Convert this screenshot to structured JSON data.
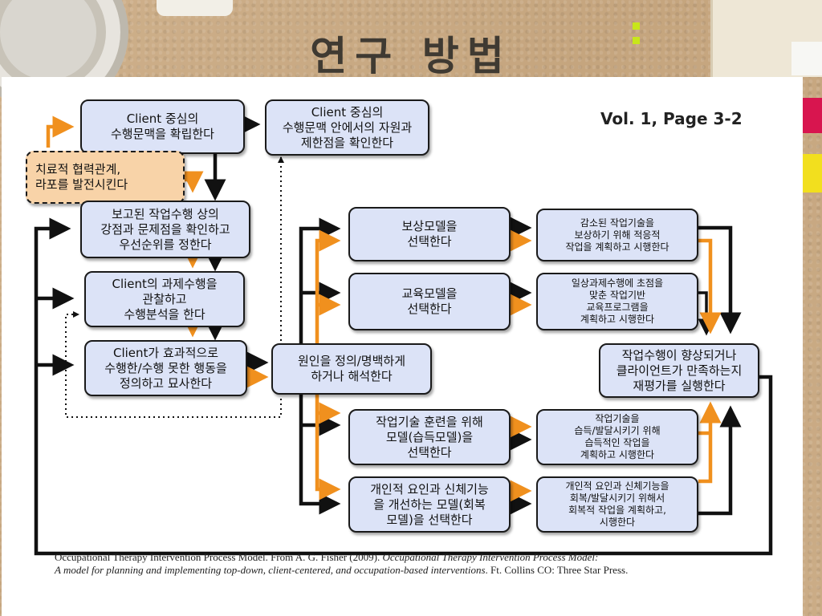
{
  "title": "연구 방법",
  "page_ref": "Vol. 1, Page 3-2",
  "boxes": {
    "establish_context": "Client 중심의\n수행문맥을 확립한다",
    "identify_resources": "Client 중심의\n수행문맥 안에서의 자원과\n제한점을 확인한다",
    "therapeutic_rapport": "치료적 협력관계,\n라포를 발전시킨다",
    "identify_strengths": "보고된 작업수행 상의\n강점과 문제점을 확인하고\n우선순위를 정한다",
    "observe_performance": "Client의 과제수행을\n관찰하고\n수행분석을 한다",
    "define_actions": "Client가 효과적으로\n수행한/수행 못한 행동을\n정의하고 묘사한다",
    "interpret_causes": "원인을 정의/명백하게\n하거나 해석한다",
    "compensatory_model": "보상모델을\n선택한다",
    "compensatory_plan": "감소된 작업기술을\n보상하기 위해 적응적\n작업을 계획하고 시행한다",
    "education_model": "교육모델을\n선택한다",
    "education_plan": "일상과제수행에 초점을\n맞춘 작업기반\n교육프로그램을\n계획하고 시행한다",
    "reevaluate": "작업수행이 향상되거나\n클라이언트가 만족하는지\n재평가를 실행한다",
    "acquisitional_model": "작업기술 훈련을 위해\n모델(습득모델)을\n선택한다",
    "acquisitional_plan": "작업기술을\n습득/발달시키기 위해\n습득적인 작업을\n계획하고 시행한다",
    "restorative_model": "개인적 요인과 신체기능\n을 개선하는 모델(회복\n모델)을 선택한다",
    "restorative_plan": "개인적 요인과 신체기능을\n회복/발달시키기 위해서\n회복적 작업을 계획하고,\n시행한다"
  },
  "caption": {
    "part1": "Occupational Therapy Intervention Process Model.  From A. G. Fisher (2009). ",
    "italic1": "Occupational Therapy Intervention Process Model:",
    "italic2": "A model for planning and implementing top-down, client-centered, and occupation-based interventions",
    "part2": ".  Ft. Collins CO:  Three Star Press."
  },
  "colors": {
    "box_fill": "#dce3f7",
    "orange_box_fill": "#f8d3a8",
    "orange_arrow": "#f0901e",
    "black_arrow": "#111111",
    "sticky_red": "#d8154f",
    "sticky_yellow": "#f2df1e"
  }
}
